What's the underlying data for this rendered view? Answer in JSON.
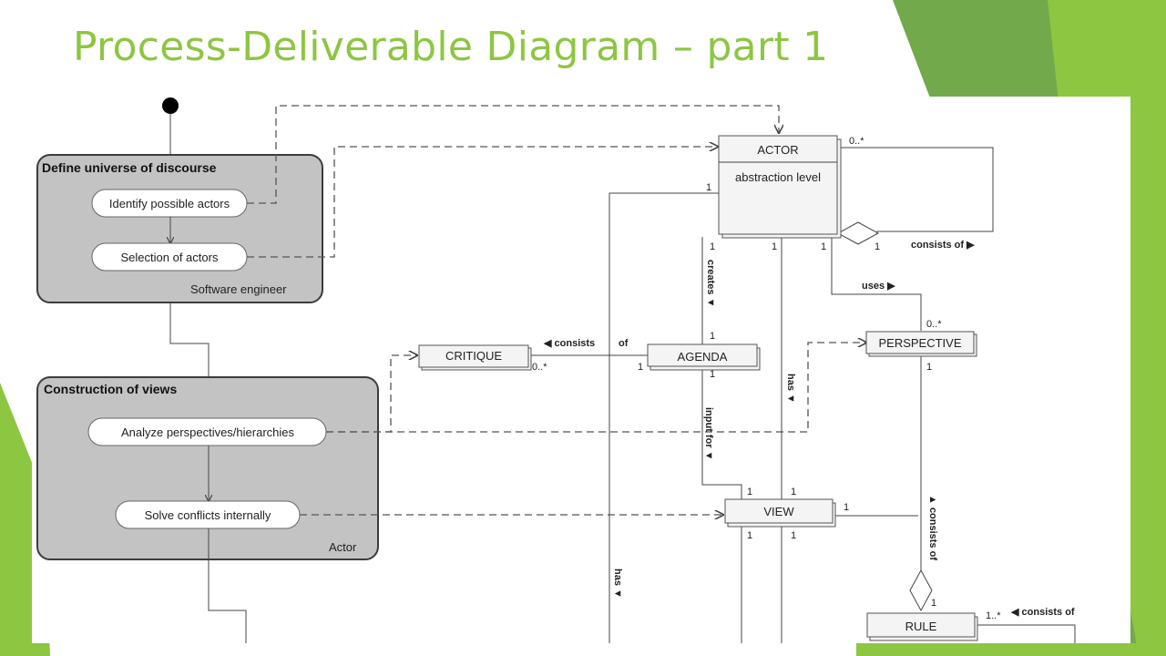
{
  "title": "Process-Deliverable Diagram – part 1",
  "colors": {
    "accent": "#8dc641",
    "dark_green": "#5f9a3c",
    "group_fill": "#c3c3c3"
  },
  "process": {
    "group1": {
      "title": "Define universe of  discourse",
      "role": "Software engineer",
      "activities": [
        "Identify possible actors",
        "Selection of actors"
      ]
    },
    "group2": {
      "title": "Construction of views",
      "role": "Actor",
      "activities": [
        "Analyze perspectives/hierarchies",
        "Solve conflicts internally"
      ]
    }
  },
  "deliverables": {
    "actor": {
      "name": "ACTOR",
      "attribute": "abstraction level"
    },
    "critique": "CRITIQUE",
    "agenda": "AGENDA",
    "perspective": "PERSPECTIVE",
    "view": "VIEW",
    "rule": "RULE"
  },
  "relations": {
    "creates": "creates ▼",
    "input_for": "input for ▼",
    "has": "has ▼",
    "uses": "uses ▶",
    "consists_of_actor": "consists of ▶",
    "consists_of_critique": "◀ consists",
    "of_word": "of",
    "consists_of_rule": "◀ consists of",
    "consists_of_perspective": "▲ consists of"
  },
  "multiplicities": {
    "actor_self": "0..*",
    "one": "1",
    "critique": "0..*",
    "perspective": "0..*",
    "rule": "1..*"
  }
}
